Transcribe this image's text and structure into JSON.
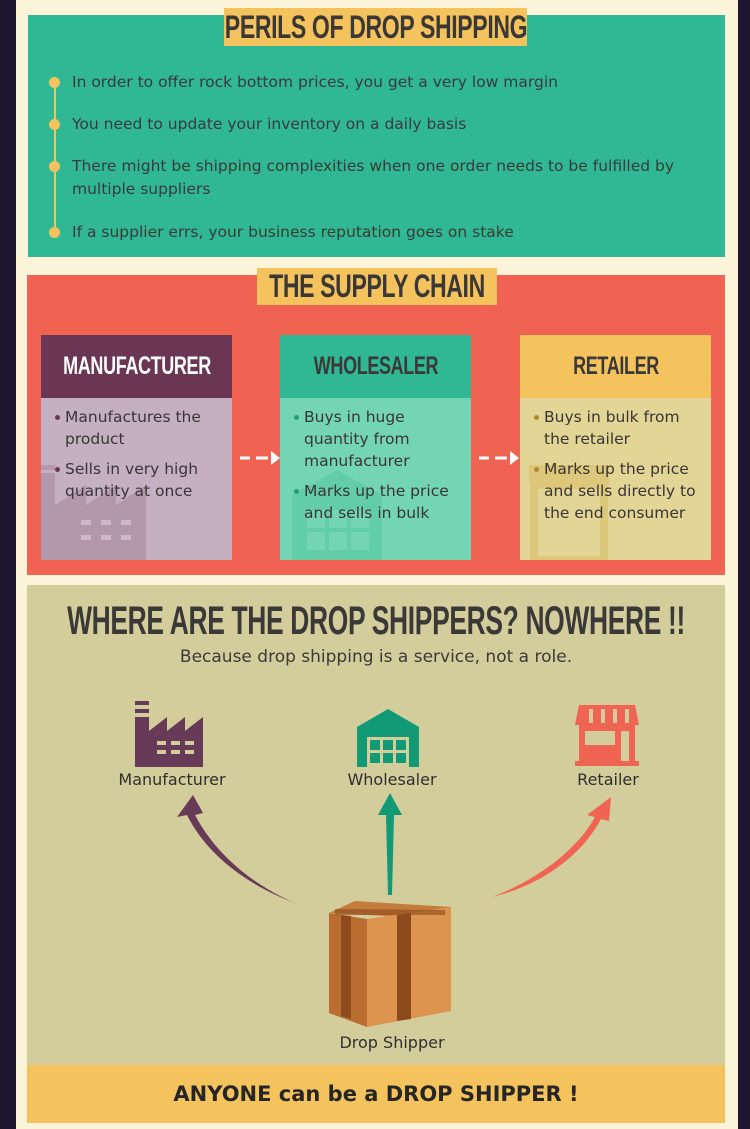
{
  "perils": {
    "title": "PERILS OF DROP SHIPPING",
    "items": [
      "In order to offer rock bottom prices, you get a very low margin",
      "You need to update your inventory on a daily basis",
      "There might be shipping complexities when one order needs to be fulfilled by multiple suppliers",
      "If a supplier errs, your business reputation goes on stake"
    ]
  },
  "supply_chain": {
    "title": "THE SUPPLY CHAIN",
    "cards": [
      {
        "title": "MANUFACTURER",
        "color": "#6b3653",
        "points": [
          "Manufactures the product",
          "Sells in very high quantity at once"
        ]
      },
      {
        "title": "WHOLESALER",
        "color": "#2fb893",
        "points": [
          "Buys in huge quantity from manufacturer",
          "Marks up the price and sells in bulk"
        ]
      },
      {
        "title": "RETAILER",
        "color": "#f5c35e",
        "points": [
          "Buys in bulk from the retailer",
          "Marks up the price and sells directly to the end consumer"
        ]
      }
    ]
  },
  "where": {
    "title": "WHERE ARE THE DROP SHIPPERS? NOWHERE !!",
    "subtitle": "Because drop shipping is a service, not a role.",
    "roles": [
      "Manufacturer",
      "Wholesaler",
      "Retailer"
    ],
    "center": "Drop Shipper",
    "footer": "ANYONE can be a DROP SHIPPER !"
  }
}
